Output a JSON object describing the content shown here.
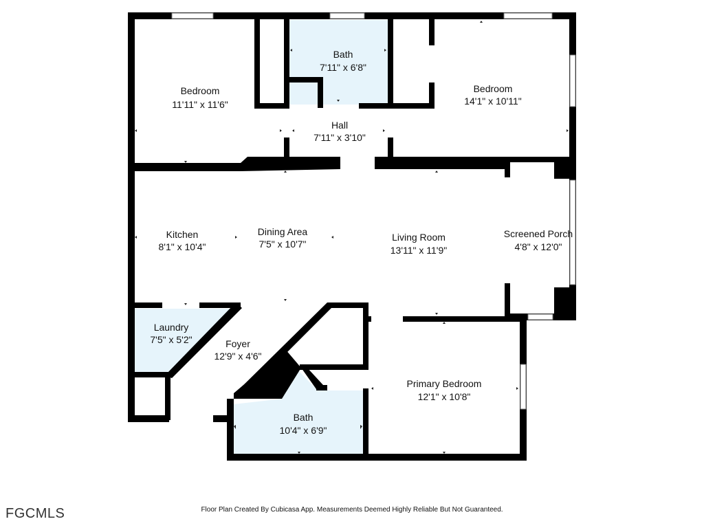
{
  "rooms": {
    "bedroom_nw": {
      "name": "Bedroom",
      "dims": "11'11\" x 11'6\""
    },
    "bath_top": {
      "name": "Bath",
      "dims": "7'11\" x 6'8\""
    },
    "bedroom_ne": {
      "name": "Bedroom",
      "dims": "14'1\" x 10'11\""
    },
    "hall": {
      "name": "Hall",
      "dims": "7'11\" x 3'10\""
    },
    "kitchen": {
      "name": "Kitchen",
      "dims": "8'1\" x 10'4\""
    },
    "dining": {
      "name": "Dining Area",
      "dims": "7'5\" x 10'7\""
    },
    "living": {
      "name": "Living Room",
      "dims": "13'11\" x 11'9\""
    },
    "porch": {
      "name": "Screened Porch",
      "dims": "4'8\" x 12'0\""
    },
    "laundry": {
      "name": "Laundry",
      "dims": "7'5\" x 5'2\""
    },
    "foyer": {
      "name": "Foyer",
      "dims": "12'9\" x 4'6\""
    },
    "primary": {
      "name": "Primary Bedroom",
      "dims": "12'1\" x 10'8\""
    },
    "bath_bottom": {
      "name": "Bath",
      "dims": "10'4\" x 6'9\""
    }
  },
  "watermark": "FGCMLS",
  "footer": "Floor Plan Created By Cubicasa App. Measurements Deemed Highly Reliable But Not Guaranteed.",
  "colors": {
    "wall": "#000000",
    "bath_fill": "#e6f4fb",
    "background": "#ffffff"
  }
}
